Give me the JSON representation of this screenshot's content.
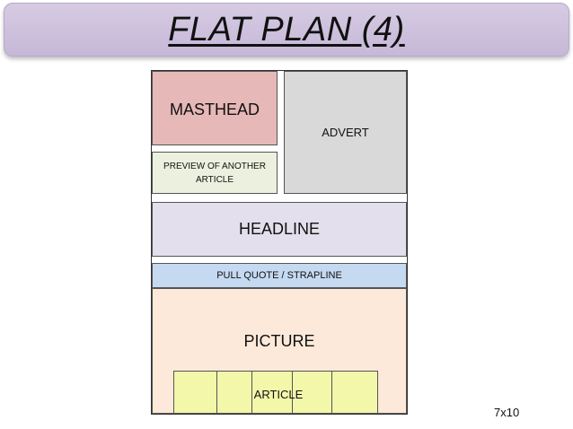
{
  "slide": {
    "title": "FLAT PLAN (4)",
    "ratio": "7x10"
  },
  "plan": {
    "masthead": "MASTHEAD",
    "advert": "ADVERT",
    "preview": "PREVIEW OF ANOTHER ARTICLE",
    "headline": "HEADLINE",
    "pull_quote": "PULL QUOTE / STRAPLINE",
    "picture": "PICTURE",
    "article": "ARTICLE"
  },
  "colors": {
    "title_bar": "#c6b8d8",
    "masthead": "#e6b8b7",
    "advert": "#d9d9d9",
    "preview": "#ebf1de",
    "headline": "#e4dfec",
    "pull_quote": "#c5d9f1",
    "picture": "#fde9d9",
    "article": "#f2f7aa"
  }
}
